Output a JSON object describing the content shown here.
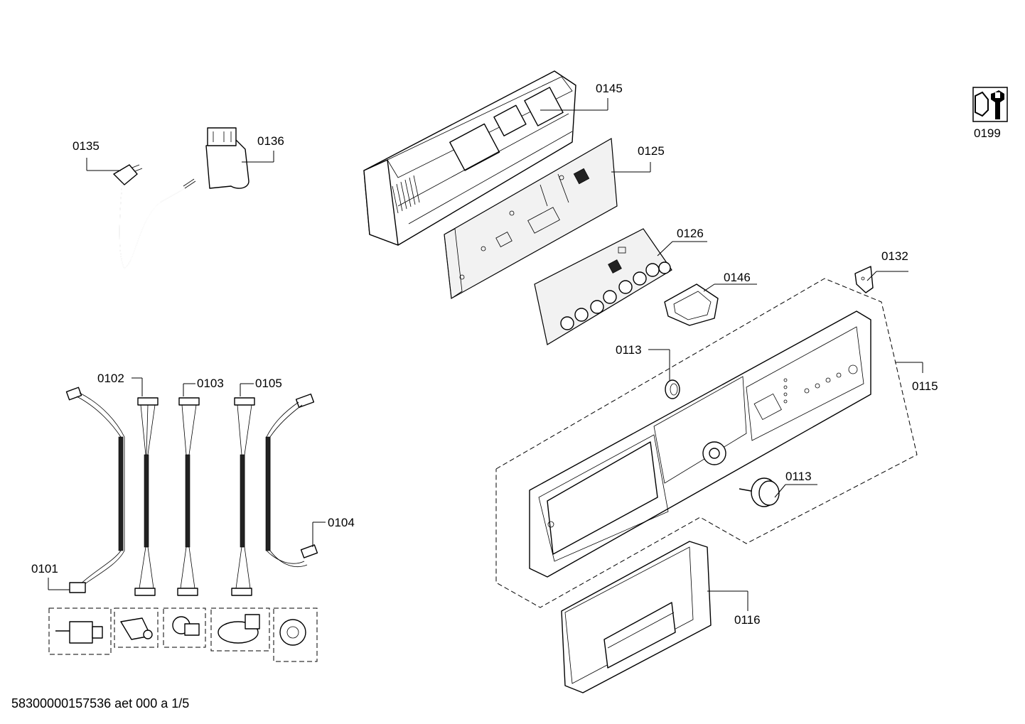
{
  "parts": [
    {
      "id": "0145",
      "label": "0145"
    },
    {
      "id": "0135",
      "label": "0135"
    },
    {
      "id": "0136",
      "label": "0136"
    },
    {
      "id": "0125",
      "label": "0125"
    },
    {
      "id": "0126",
      "label": "0126"
    },
    {
      "id": "0132",
      "label": "0132"
    },
    {
      "id": "0146",
      "label": "0146"
    },
    {
      "id": "0113a",
      "label": "0113"
    },
    {
      "id": "0115",
      "label": "0115"
    },
    {
      "id": "0113b",
      "label": "0113"
    },
    {
      "id": "0116",
      "label": "0116"
    },
    {
      "id": "0102",
      "label": "0102"
    },
    {
      "id": "0103",
      "label": "0103"
    },
    {
      "id": "0105",
      "label": "0105"
    },
    {
      "id": "0104",
      "label": "0104"
    },
    {
      "id": "0101",
      "label": "0101"
    },
    {
      "id": "0199",
      "label": "0199"
    }
  ],
  "footer": {
    "text": "58300000157536 aet 000 a 1/5"
  },
  "icons": {
    "service": "wrench-nut-icon"
  }
}
